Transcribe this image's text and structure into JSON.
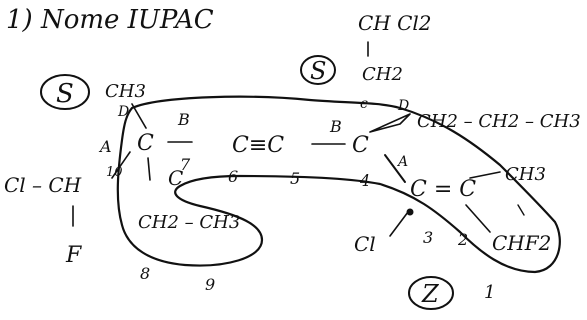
{
  "heading": "1) Nome IUPAC",
  "config_top_left": "S",
  "config_top_mid": "S",
  "config_bottom": "Z",
  "groups": {
    "ch3_top_left": "CH3",
    "chcl2": "CH Cl2",
    "ch2_top": "CH2",
    "ch2_chain_right": "CH2 – CH2 – CH3",
    "ch3_right": "CH3",
    "chf2": "CHF2",
    "ch2_ch3_bottom": "CH2 – CH3",
    "cl_left": "Cl – CH",
    "cl_bottom": "Cl",
    "f_bottom": "F"
  },
  "main_chain": {
    "c_left": "C",
    "triple": "C≡C",
    "c_right": "C",
    "double": "C = C",
    "c_mid_left": "C"
  },
  "priority_letters": {
    "a_left": "A",
    "b_top": "B",
    "c_top_right": "c",
    "d_top_left": "D",
    "d_top_right": "D",
    "b_mid": "B",
    "a_right": "A"
  },
  "locants": {
    "n1": "1",
    "n2": "2",
    "n3": "3",
    "n4": "4",
    "n5": "5",
    "n6": "6",
    "n7": "7",
    "n8": "8",
    "n9": "9",
    "n10": "10"
  }
}
